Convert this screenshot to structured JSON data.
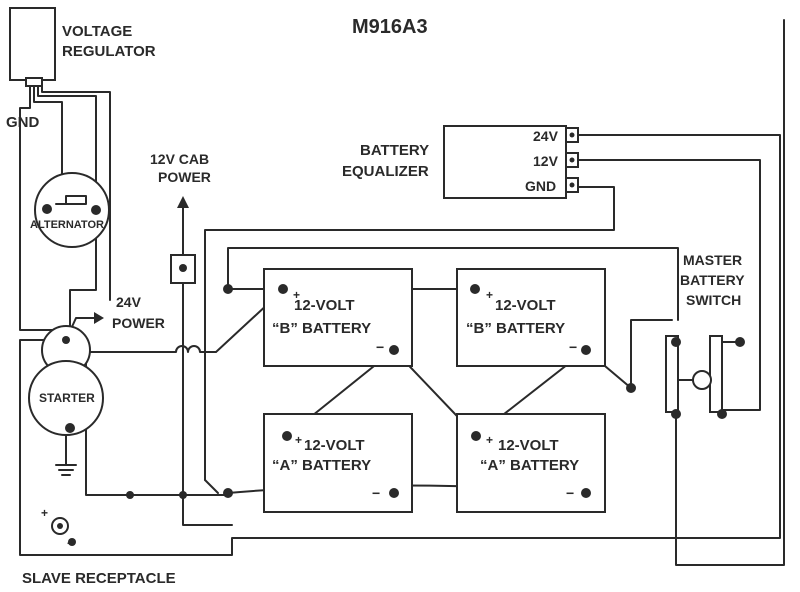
{
  "title": "M916A3",
  "labels": {
    "voltage_regulator_1": "VOLTAGE",
    "voltage_regulator_2": "REGULATOR",
    "gnd_left": "GND",
    "alternator": "ALTERNATOR",
    "cab_power_1": "12V CAB",
    "cab_power_2": "POWER",
    "power24_1": "24V",
    "power24_2": "POWER",
    "starter": "STARTER",
    "equalizer_1": "BATTERY",
    "equalizer_2": "EQUALIZER",
    "eq_24v": "24V",
    "eq_12v": "12V",
    "eq_gnd": "GND",
    "master_1": "MASTER",
    "master_2": "BATTERY",
    "master_3": "SWITCH",
    "slave_receptacle": "SLAVE RECEPTACLE",
    "plus": "+",
    "minus": "−"
  },
  "batteries": [
    {
      "line1": "12-VOLT",
      "line2": "“B” BATTERY"
    },
    {
      "line1": "12-VOLT",
      "line2": "“B” BATTERY"
    },
    {
      "line1": "12-VOLT",
      "line2": "“A” BATTERY"
    },
    {
      "line1": "12-VOLT",
      "line2": "“A” BATTERY"
    }
  ],
  "colors": {
    "line": "#2a2a2a",
    "background": "#ffffff"
  }
}
